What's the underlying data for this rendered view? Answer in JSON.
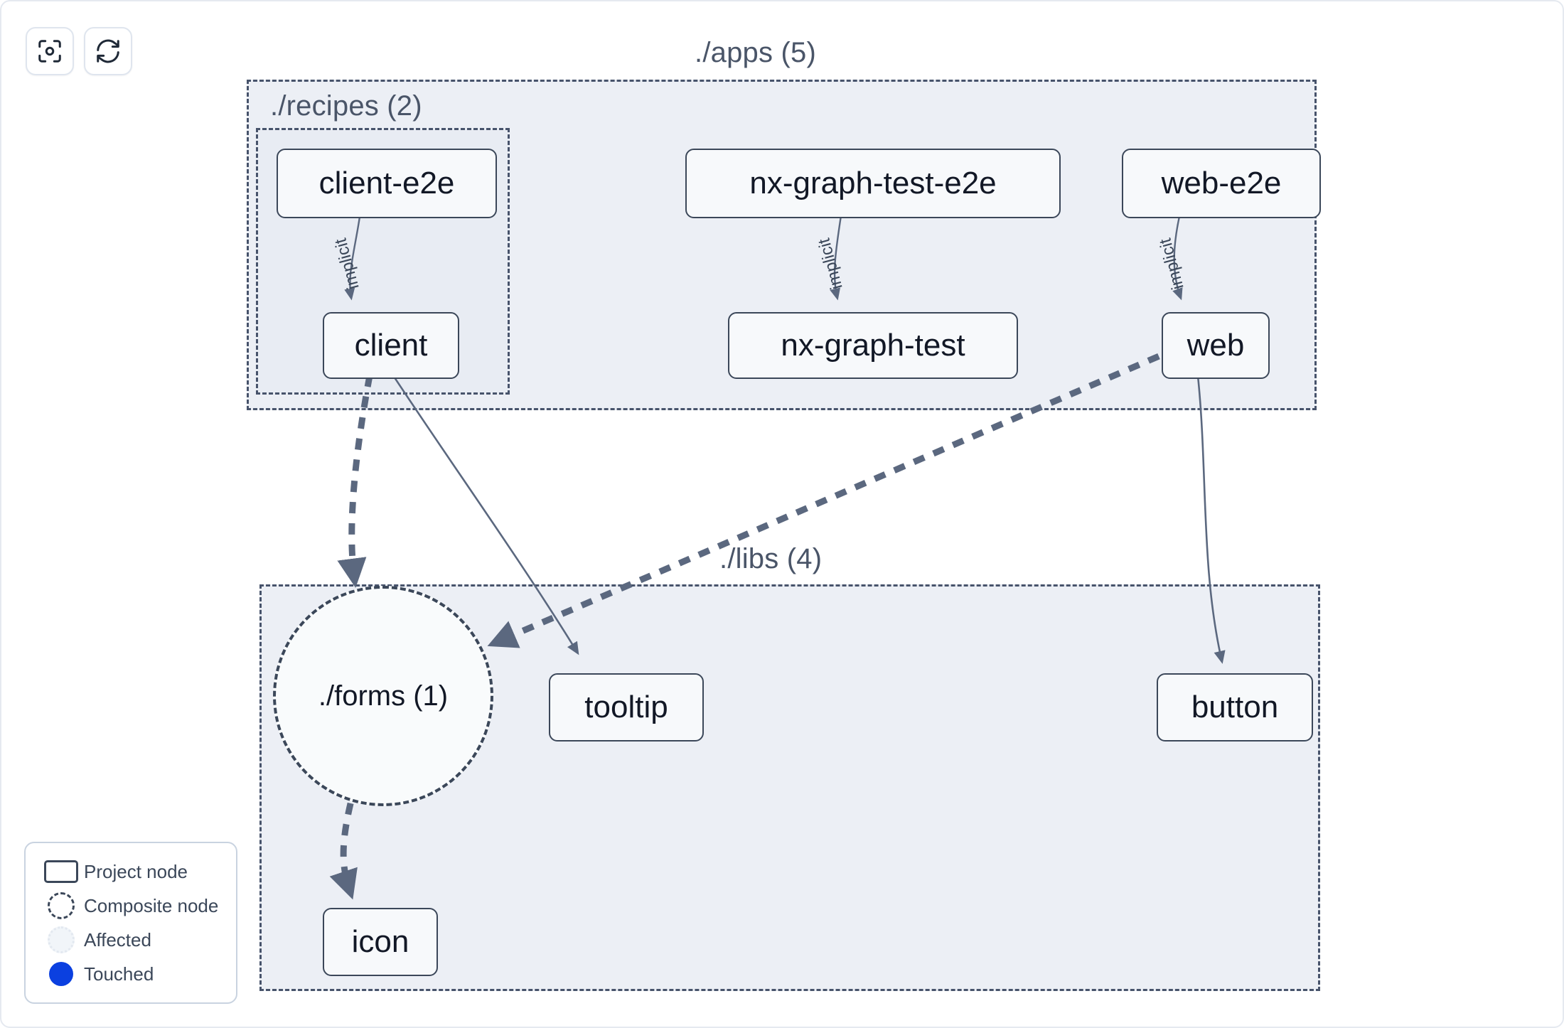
{
  "toolbar": {
    "buttons": [
      {
        "name": "focus-graph-button",
        "icon": "focus-viewfinder-icon",
        "title": "Focus graph"
      },
      {
        "name": "refresh-graph-button",
        "icon": "refresh-sync-icon",
        "title": "Refresh graph"
      }
    ]
  },
  "groups": [
    {
      "id": "apps",
      "label": "./apps (5)",
      "count": 5
    },
    {
      "id": "recipes",
      "label": "./recipes (2)",
      "count": 2
    },
    {
      "id": "libs",
      "label": "./libs (4)",
      "count": 4
    }
  ],
  "nodes": [
    {
      "id": "client-e2e",
      "label": "client-e2e",
      "type": "project",
      "group": "recipes"
    },
    {
      "id": "nx-graph-test-e2e",
      "label": "nx-graph-test-e2e",
      "type": "project",
      "group": "apps"
    },
    {
      "id": "web-e2e",
      "label": "web-e2e",
      "type": "project",
      "group": "apps"
    },
    {
      "id": "client",
      "label": "client",
      "type": "project",
      "group": "recipes"
    },
    {
      "id": "nx-graph-test",
      "label": "nx-graph-test",
      "type": "project",
      "group": "apps"
    },
    {
      "id": "web",
      "label": "web",
      "type": "project",
      "group": "apps"
    },
    {
      "id": "forms",
      "label": "./forms (1)",
      "type": "composite",
      "group": "libs"
    },
    {
      "id": "tooltip",
      "label": "tooltip",
      "type": "project",
      "group": "libs"
    },
    {
      "id": "button",
      "label": "button",
      "type": "project",
      "group": "libs"
    },
    {
      "id": "icon",
      "label": "icon",
      "type": "project",
      "group": "libs"
    }
  ],
  "edges": [
    {
      "from": "client-e2e",
      "to": "client",
      "label": "implicit",
      "style": "solid"
    },
    {
      "from": "nx-graph-test-e2e",
      "to": "nx-graph-test",
      "label": "implicit",
      "style": "solid"
    },
    {
      "from": "web-e2e",
      "to": "web",
      "label": "implicit",
      "style": "solid"
    },
    {
      "from": "client",
      "to": "forms",
      "label": "",
      "style": "dashed"
    },
    {
      "from": "client",
      "to": "tooltip",
      "label": "",
      "style": "solid"
    },
    {
      "from": "web",
      "to": "forms",
      "label": "",
      "style": "dashed"
    },
    {
      "from": "web",
      "to": "button",
      "label": "",
      "style": "solid"
    },
    {
      "from": "forms",
      "to": "icon",
      "label": "",
      "style": "dashed"
    }
  ],
  "legend": {
    "items": [
      {
        "key": "project-node-swatch",
        "label": "Project node"
      },
      {
        "key": "composite-node-swatch",
        "label": "Composite node"
      },
      {
        "key": "affected-swatch",
        "label": "Affected"
      },
      {
        "key": "touched-swatch",
        "label": "Touched"
      }
    ]
  },
  "colors": {
    "node_border": "#3b4759",
    "node_fill": "#f7f9fb",
    "group_fill": "#eceff5",
    "group_border": "#47536b",
    "edge": "#5b687f",
    "touched": "#0b40e0",
    "label_text": "#4a5568"
  }
}
